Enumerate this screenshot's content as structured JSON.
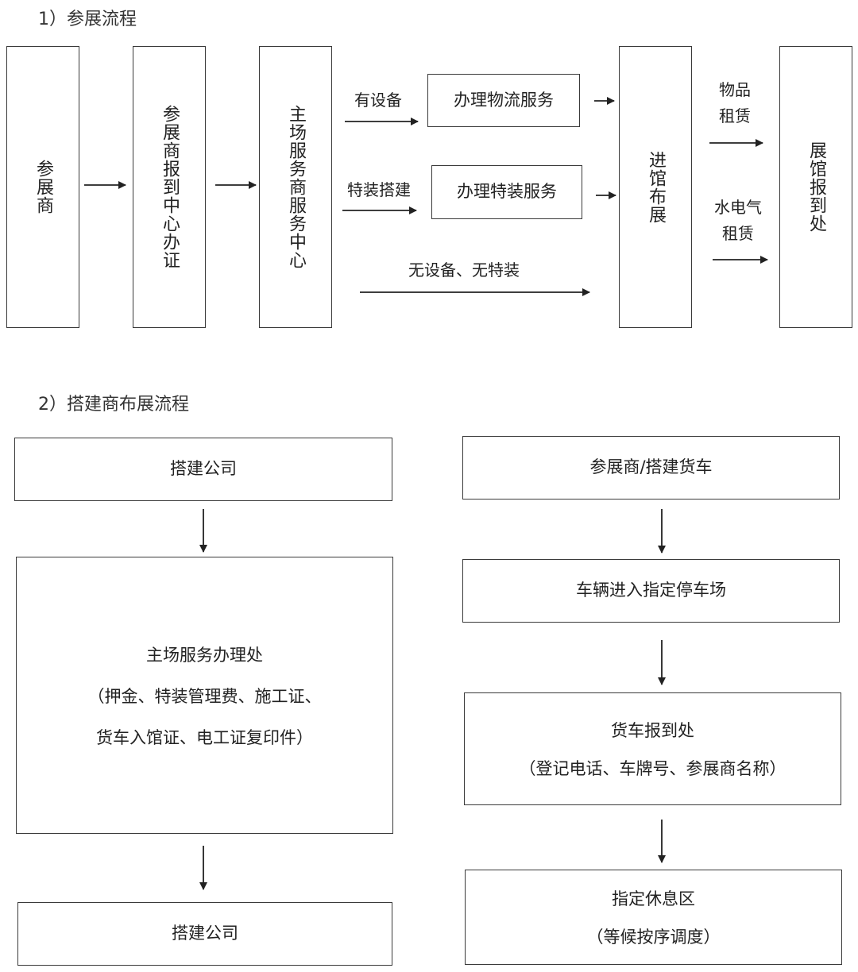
{
  "section1": {
    "heading": "1）参展流程",
    "boxes": {
      "exhibitor": "参展商",
      "registration": "参展商报到中心办证",
      "service_center": "主场服务商服务中心",
      "move_in": "进馆布展",
      "hall_checkin": "展馆报到处",
      "logistics": "办理物流服务",
      "special_build": "办理特装服务"
    },
    "labels": {
      "with_equipment": "有设备",
      "special_construction": "特装搭建",
      "no_equipment": "无设备、无特装",
      "item_rental_line1": "物品",
      "item_rental_line2": "租赁",
      "utility_rental_line1": "水电气",
      "utility_rental_line2": "租赁"
    }
  },
  "section2": {
    "heading": "2）搭建商布展流程",
    "left": {
      "builder_top": "搭建公司",
      "office_title": "主场服务办理处",
      "office_line1": "（押金、特装管理费、施工证、",
      "office_line2": "货车入馆证、电工证复印件）",
      "builder_bottom": "搭建公司"
    },
    "right": {
      "truck": "参展商/搭建货车",
      "parking": "车辆进入指定停车场",
      "checkin_title": "货车报到处",
      "checkin_detail": "（登记电话、车牌号、参展商名称）",
      "rest_title": "指定休息区",
      "rest_detail": "（等候按序调度）"
    }
  },
  "colors": {
    "line": "#3a3a3a",
    "text": "#222222",
    "background": "#ffffff"
  }
}
